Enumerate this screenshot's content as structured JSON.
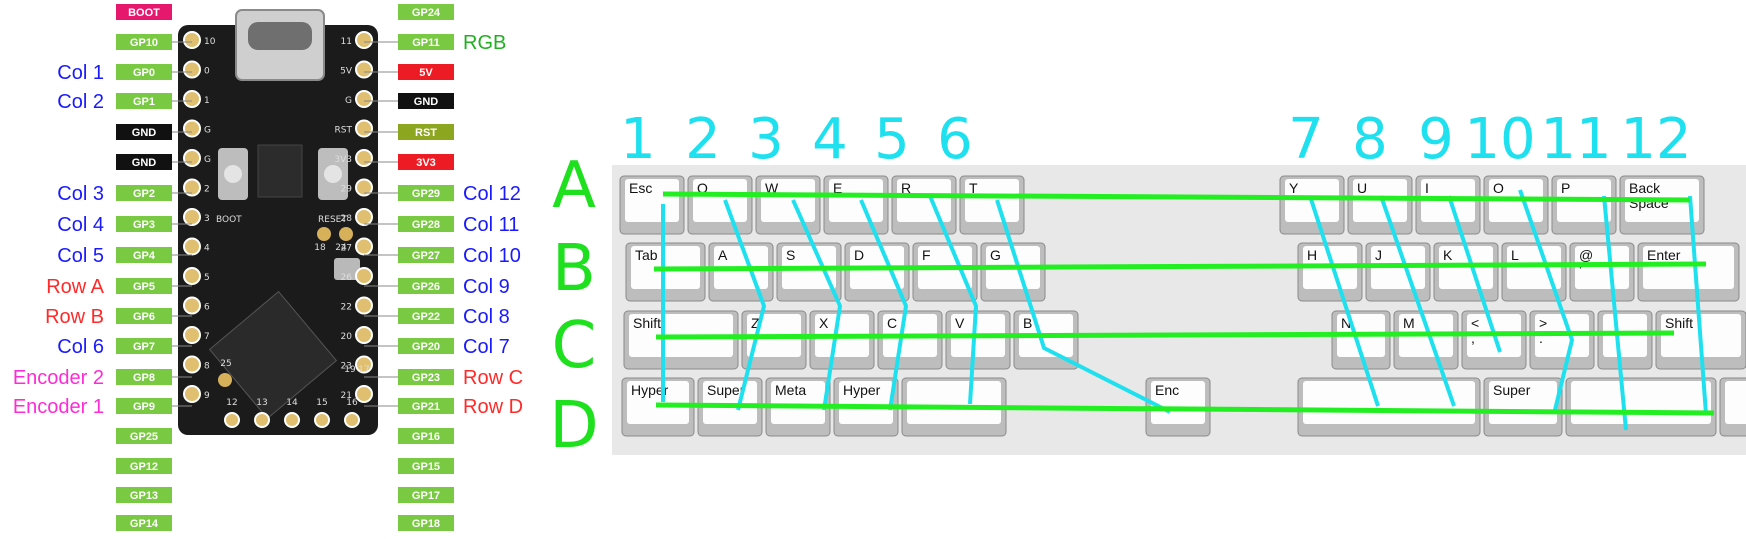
{
  "colors": {
    "pin_green": "#7ac943",
    "pin_red": "#ed1c24",
    "pin_black": "#111111",
    "pin_olive": "#8ca620",
    "pin_pink": "#e6186d",
    "col_blue": "#1a1aff",
    "row_red": "#ff2a2a",
    "encoder_magenta": "#ff2bd6",
    "rgb_green": "#22b022",
    "wire_cyan": "#1ee0ee",
    "wire_green": "#22ee22"
  },
  "pins_left": [
    {
      "label": "BOOT",
      "color": "pink",
      "annotation": "",
      "ann_color": ""
    },
    {
      "label": "GP10",
      "color": "green",
      "annotation": "",
      "ann_color": ""
    },
    {
      "label": "GP0",
      "color": "green",
      "annotation": "Col 1",
      "ann_color": "blue"
    },
    {
      "label": "GP1",
      "color": "green",
      "annotation": "Col 2",
      "ann_color": "blue"
    },
    {
      "label": "GND",
      "color": "black",
      "annotation": "",
      "ann_color": ""
    },
    {
      "label": "GND",
      "color": "black",
      "annotation": "",
      "ann_color": ""
    },
    {
      "label": "GP2",
      "color": "green",
      "annotation": "Col 3",
      "ann_color": "blue"
    },
    {
      "label": "GP3",
      "color": "green",
      "annotation": "Col 4",
      "ann_color": "blue"
    },
    {
      "label": "GP4",
      "color": "green",
      "annotation": "Col 5",
      "ann_color": "blue"
    },
    {
      "label": "GP5",
      "color": "green",
      "annotation": "Row A",
      "ann_color": "red"
    },
    {
      "label": "GP6",
      "color": "green",
      "annotation": "Row B",
      "ann_color": "red"
    },
    {
      "label": "GP7",
      "color": "green",
      "annotation": "Col 6",
      "ann_color": "blue"
    },
    {
      "label": "GP8",
      "color": "green",
      "annotation": "Encoder 2",
      "ann_color": "magenta"
    },
    {
      "label": "GP9",
      "color": "green",
      "annotation": "Encoder 1",
      "ann_color": "magenta"
    },
    {
      "label": "GP25",
      "color": "green",
      "annotation": "",
      "ann_color": ""
    },
    {
      "label": "GP12",
      "color": "green",
      "annotation": "",
      "ann_color": ""
    },
    {
      "label": "GP13",
      "color": "green",
      "annotation": "",
      "ann_color": ""
    },
    {
      "label": "GP14",
      "color": "green",
      "annotation": "",
      "ann_color": ""
    }
  ],
  "pins_right": [
    {
      "label": "GP24",
      "color": "green",
      "annotation": "",
      "ann_color": ""
    },
    {
      "label": "GP11",
      "color": "green",
      "annotation": "RGB",
      "ann_color": "rgb"
    },
    {
      "label": "5V",
      "color": "red",
      "annotation": "",
      "ann_color": ""
    },
    {
      "label": "GND",
      "color": "black",
      "annotation": "",
      "ann_color": ""
    },
    {
      "label": "RST",
      "color": "olive",
      "annotation": "",
      "ann_color": ""
    },
    {
      "label": "3V3",
      "color": "red",
      "annotation": "",
      "ann_color": ""
    },
    {
      "label": "GP29",
      "color": "green",
      "annotation": "Col 12",
      "ann_color": "blue"
    },
    {
      "label": "GP28",
      "color": "green",
      "annotation": "Col 11",
      "ann_color": "blue"
    },
    {
      "label": "GP27",
      "color": "green",
      "annotation": "Col 10",
      "ann_color": "blue"
    },
    {
      "label": "GP26",
      "color": "green",
      "annotation": "Col 9",
      "ann_color": "blue"
    },
    {
      "label": "GP22",
      "color": "green",
      "annotation": "Col 8",
      "ann_color": "blue"
    },
    {
      "label": "GP20",
      "color": "green",
      "annotation": "Col 7",
      "ann_color": "blue"
    },
    {
      "label": "GP23",
      "color": "green",
      "annotation": "Row C",
      "ann_color": "red"
    },
    {
      "label": "GP21",
      "color": "green",
      "annotation": "Row D",
      "ann_color": "red"
    },
    {
      "label": "GP16",
      "color": "green",
      "annotation": "",
      "ann_color": ""
    },
    {
      "label": "GP15",
      "color": "green",
      "annotation": "",
      "ann_color": ""
    },
    {
      "label": "GP17",
      "color": "green",
      "annotation": "",
      "ann_color": ""
    },
    {
      "label": "GP18",
      "color": "green",
      "annotation": "",
      "ann_color": ""
    }
  ],
  "board": {
    "boot_label": "BOOT",
    "reset_label": "RESET",
    "left_pin_numbers": [
      "10",
      "0",
      "1",
      "G",
      "G",
      "2",
      "3",
      "4",
      "5",
      "6",
      "7",
      "8",
      "9"
    ],
    "right_pin_numbers": [
      "11",
      "5V",
      "G",
      "RST",
      "3V3",
      "29",
      "28",
      "27",
      "26",
      "22",
      "20",
      "23",
      "21"
    ],
    "bottom_pin_numbers": [
      "12",
      "13",
      "14",
      "15",
      "16"
    ],
    "inner_numbers": [
      "25",
      "24",
      "18",
      "17",
      "19"
    ]
  },
  "column_numbers": [
    "1",
    "2",
    "3",
    "4",
    "5",
    "6",
    "7",
    "8",
    "9",
    "10",
    "11",
    "12"
  ],
  "row_letters": [
    "A",
    "B",
    "C",
    "D"
  ],
  "keyboard": {
    "row_a_left": [
      "Esc",
      "Q",
      "W",
      "E",
      "R",
      "T"
    ],
    "row_a_right": [
      "Y",
      "U",
      "I",
      "O",
      "P",
      "Back\nSpace"
    ],
    "row_b_left": [
      "Tab",
      "A",
      "S",
      "D",
      "F",
      "G"
    ],
    "row_b_right": [
      "H",
      "J",
      "K",
      "L",
      "@\n'",
      "Enter"
    ],
    "row_c_left": [
      "Shift",
      "Z",
      "X",
      "C",
      "V",
      "B"
    ],
    "row_c_right": [
      "N",
      "M",
      "<\n,",
      ">\n.",
      "",
      "Shift"
    ],
    "row_d_left": [
      "Hyper",
      "Super",
      "Meta",
      "Hyper",
      ""
    ],
    "row_d_mid": [
      "Enc"
    ],
    "row_d_right": [
      "",
      "Super",
      "",
      "",
      ""
    ]
  }
}
